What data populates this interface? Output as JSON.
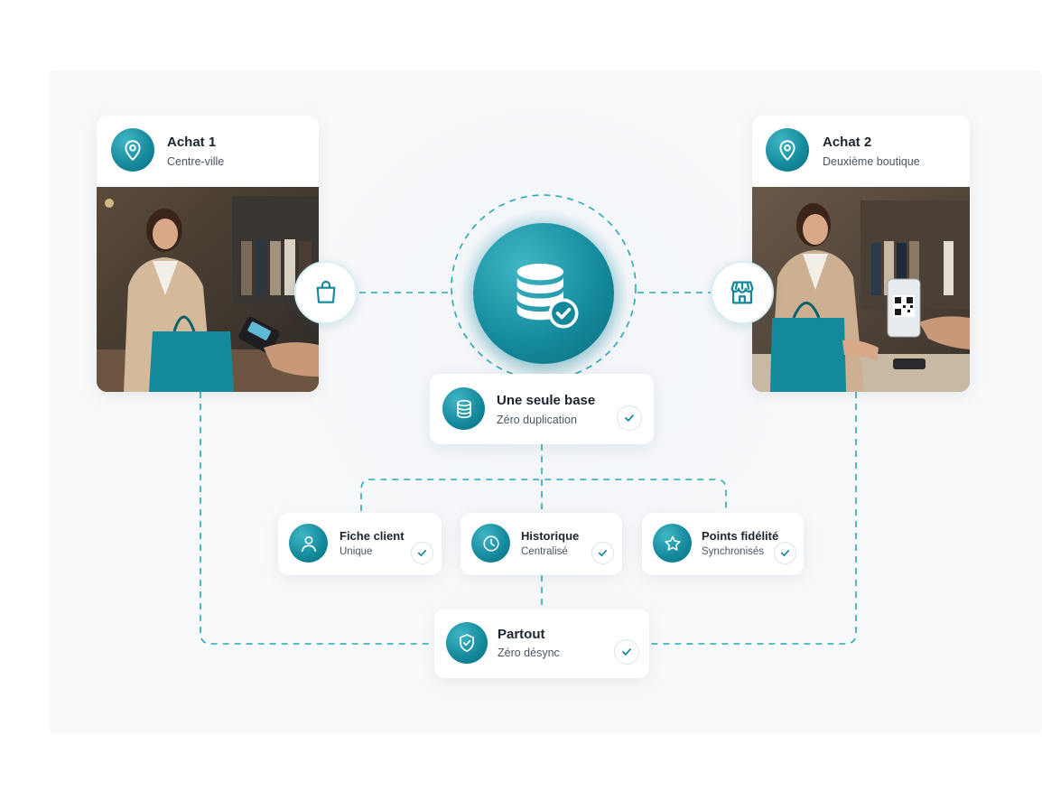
{
  "store1": {
    "title": "Achat 1",
    "subtitle": "Centre-ville"
  },
  "store2": {
    "title": "Achat 2",
    "subtitle": "Deuxième boutique"
  },
  "hub": {
    "title": "Une seule base",
    "subtitle": "Zéro duplication"
  },
  "features": [
    {
      "title": "Fiche client",
      "subtitle": "Unique"
    },
    {
      "title": "Historique",
      "subtitle": "Centralisé"
    },
    {
      "title": "Points fidélité",
      "subtitle": "Synchronisés"
    }
  ],
  "result": {
    "title": "Partout",
    "subtitle": "Zéro désync"
  },
  "colors": {
    "accent": "#14889b",
    "dashed_line": "#2aa7b8",
    "text": "#1c2430"
  }
}
